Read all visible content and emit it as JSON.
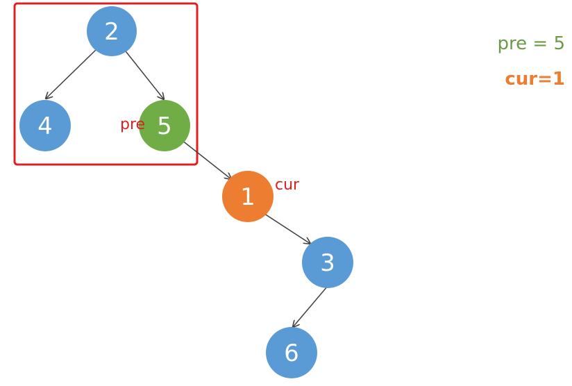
{
  "colors": {
    "node_default": "#5b9bd5",
    "node_pre": "#70ad47",
    "node_cur": "#ed7d31",
    "highlight_box": "#e02020",
    "edge": "#404040"
  },
  "nodes": {
    "n2": "2",
    "n4": "4",
    "n5": "5",
    "n1": "1",
    "n3": "3",
    "n6": "6"
  },
  "pointers": {
    "pre_label": "pre",
    "cur_label": "cur"
  },
  "legend": {
    "pre": "pre = 5",
    "cur": "cur=1"
  }
}
